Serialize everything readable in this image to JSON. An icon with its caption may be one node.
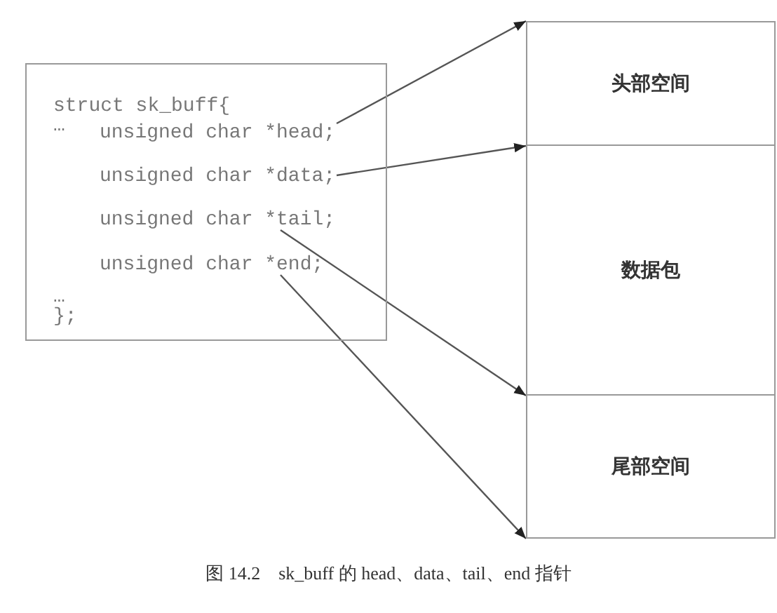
{
  "diagram": {
    "caption": "图 14.2　sk_buff 的 head、data、tail、end 指针",
    "nodes": [
      {
        "text": [
          "struct sk_buff{",
          "…",
          "…",
          "};"
        ]
      },
      {
        "text": [
          "unsigned char *head;"
        ],
        "in": 0
      },
      {
        "text": [
          "unsigned char *data;"
        ],
        "in": 0
      },
      {
        "text": [
          "unsigned char *tail;"
        ],
        "in": 0
      },
      {
        "text": [
          "unsigned char *end;"
        ],
        "in": 0
      },
      {
        "text": [
          "头部空间"
        ]
      },
      {
        "text": [
          "数据包"
        ]
      },
      {
        "text": [
          "尾部空间"
        ]
      }
    ],
    "edges": [
      {
        "from": 1,
        "to": 5,
        "arrow": "to"
      },
      {
        "from": 2,
        "to": 6,
        "arrow": "to"
      },
      {
        "from": 3,
        "to": 7,
        "arrow": "to"
      },
      {
        "from": 4,
        "to": 7,
        "arrow": "to"
      }
    ]
  }
}
